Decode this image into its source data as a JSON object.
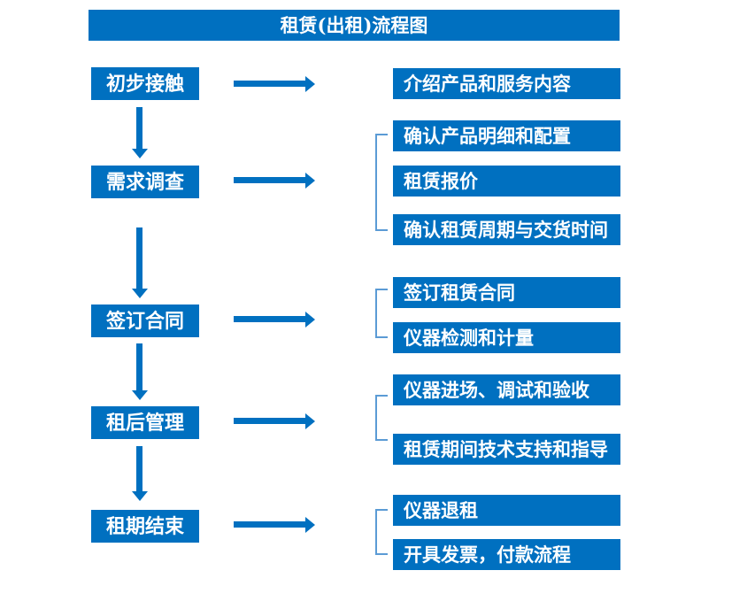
{
  "title": "租赁(出租)流程图",
  "colors": {
    "primary_blue": "#0070C0",
    "bracket_blue": "#5B9BD5",
    "box_text": "#FFFFFF",
    "background": "#FFFFFF"
  },
  "stages": [
    {
      "step": "初步接触",
      "details": [
        "介绍产品和服务内容"
      ]
    },
    {
      "step": "需求调查",
      "details": [
        "确认产品明细和配置",
        "租赁报价",
        "确认租赁周期与交货时间"
      ]
    },
    {
      "step": "签订合同",
      "details": [
        "签订租赁合同",
        "仪器检测和计量"
      ]
    },
    {
      "step": "租后管理",
      "details": [
        "仪器进场、调试和验收",
        "租赁期间技术支持和指导"
      ]
    },
    {
      "step": "租期结束",
      "details": [
        "仪器退租",
        "开具发票，付款流程"
      ]
    }
  ]
}
